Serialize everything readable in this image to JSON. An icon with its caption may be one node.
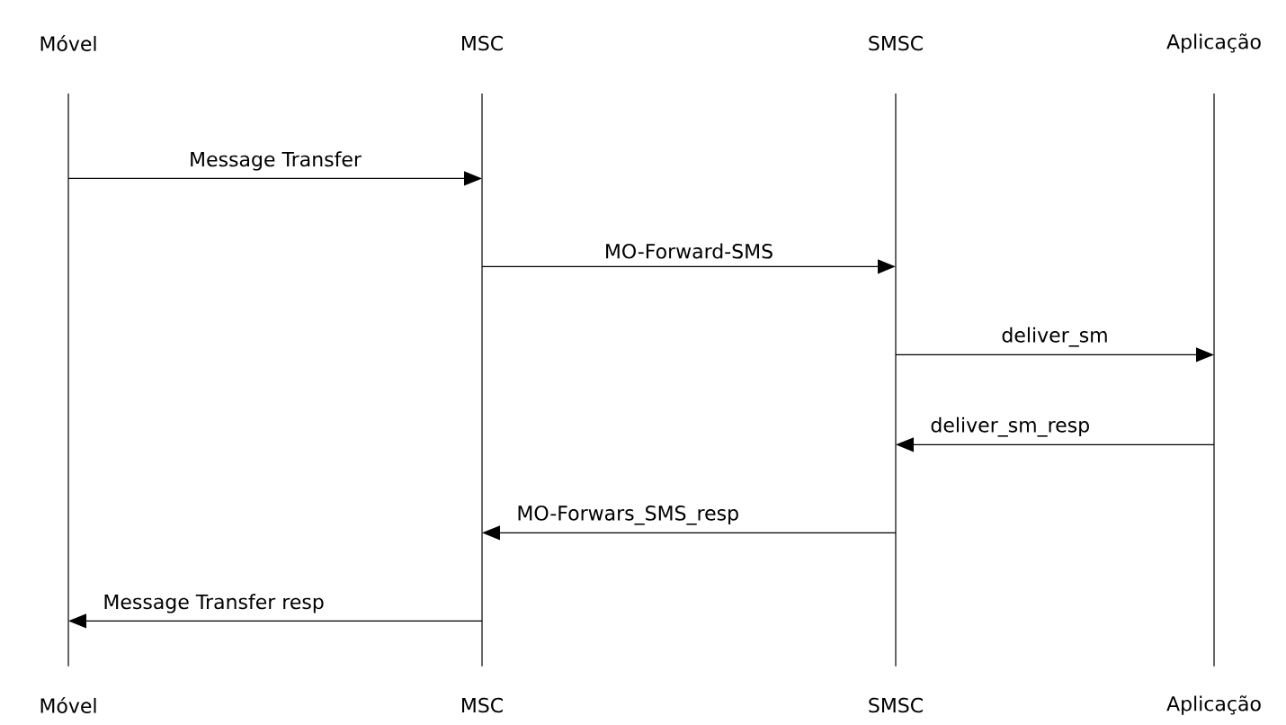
{
  "diagram": {
    "nodes": [
      {
        "text": [
          "Móvel",
          "Móvel"
        ]
      },
      {
        "text": [
          "MSC",
          "MSC"
        ]
      },
      {
        "text": [
          "SMSC",
          "SMSC"
        ]
      },
      {
        "text": [
          "Aplicação",
          "Aplicação"
        ]
      }
    ],
    "edges": [
      {
        "from": 0,
        "to": 1,
        "arrow": "to",
        "label": "Message Transfer"
      },
      {
        "from": 1,
        "to": 2,
        "arrow": "to",
        "label": "MO-Forward-SMS"
      },
      {
        "from": 2,
        "to": 3,
        "arrow": "to",
        "label": "deliver_sm"
      },
      {
        "from": 3,
        "to": 2,
        "arrow": "to",
        "label": "deliver_sm_resp"
      },
      {
        "from": 2,
        "to": 1,
        "arrow": "to",
        "label": "MO-Forwars_SMS_resp"
      },
      {
        "from": 1,
        "to": 0,
        "arrow": "to",
        "label": "Message Transfer resp"
      }
    ]
  }
}
